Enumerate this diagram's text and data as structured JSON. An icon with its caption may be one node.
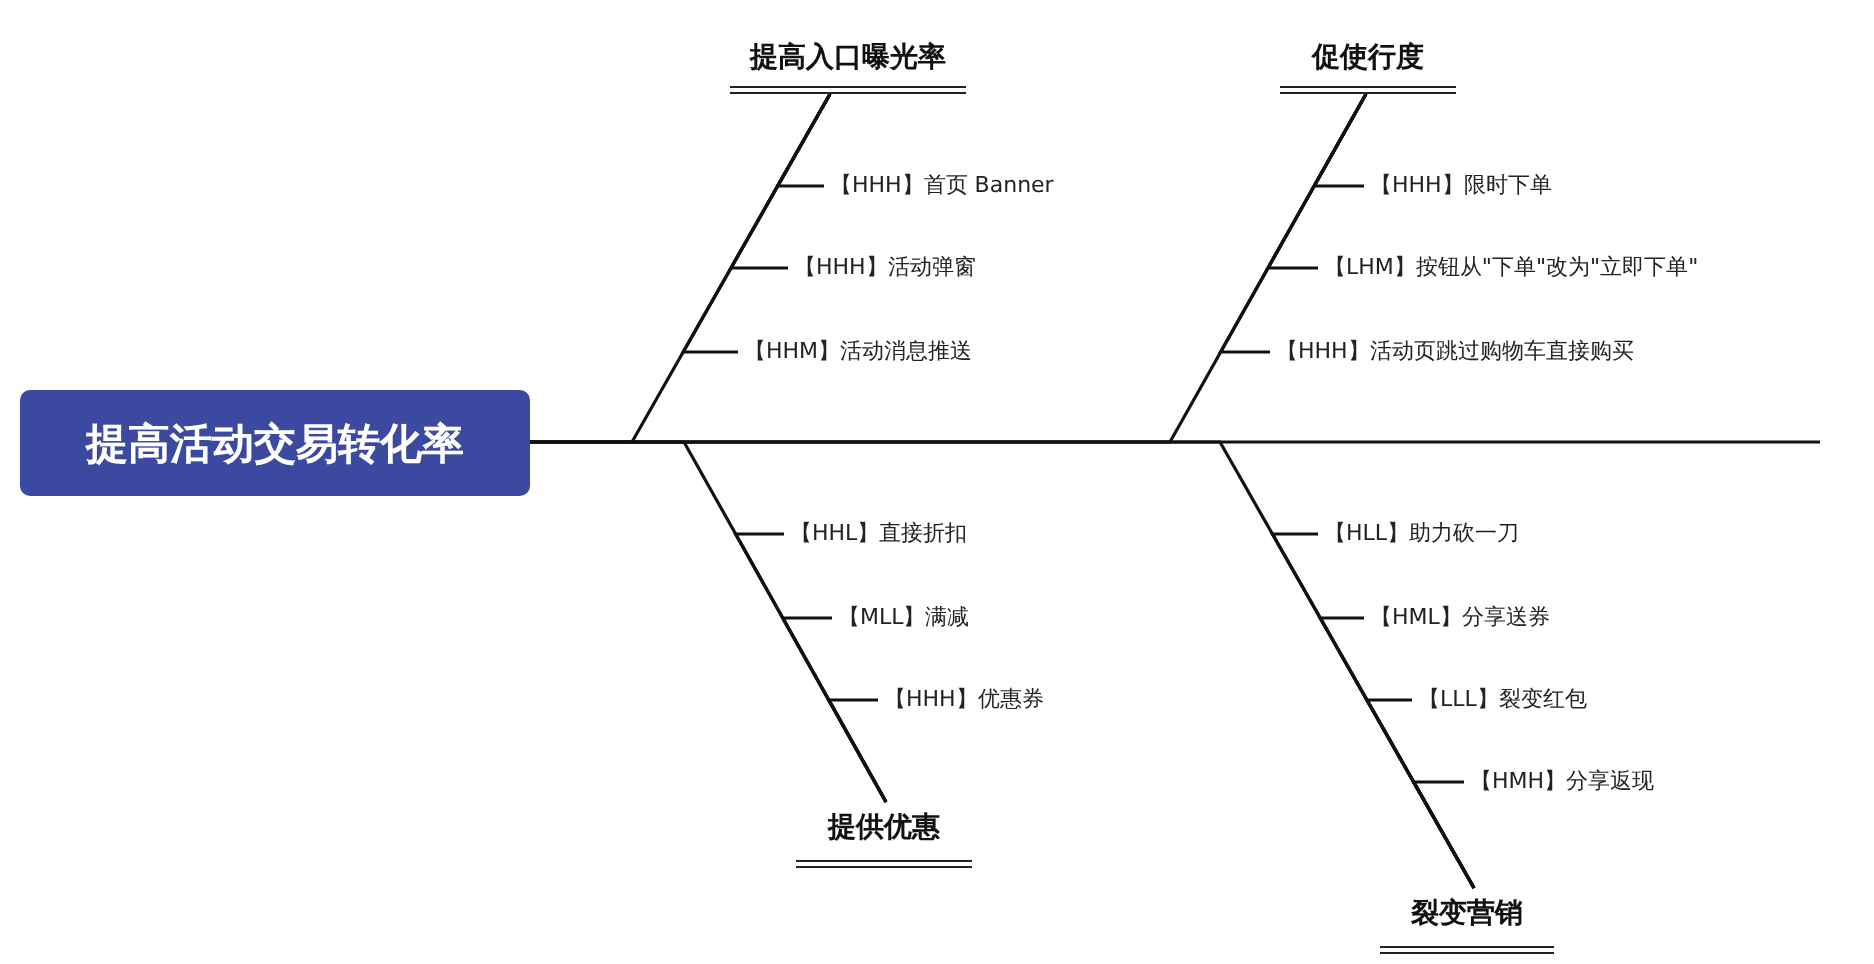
{
  "diagram": {
    "nodes": [
      {
        "text": [
          "提高活动交易转化率"
        ]
      },
      {
        "text": [
          "提高入口曝光率"
        ]
      },
      {
        "text": [
          "【HHH】首页 Banner"
        ]
      },
      {
        "text": [
          "【HHH】活动弹窗"
        ]
      },
      {
        "text": [
          "【HHM】活动消息推送"
        ]
      },
      {
        "text": [
          "促使行度"
        ]
      },
      {
        "text": [
          "【HHH】限时下单"
        ]
      },
      {
        "text": [
          "【LHM】按钮从\"下单\"改为\"立即下单\""
        ]
      },
      {
        "text": [
          "【HHH】活动页跳过购物车直接购买"
        ]
      },
      {
        "text": [
          "提供优惠"
        ]
      },
      {
        "text": [
          "【HHL】直接折扣"
        ]
      },
      {
        "text": [
          "【MLL】满减"
        ]
      },
      {
        "text": [
          "【HHH】优惠券"
        ]
      },
      {
        "text": [
          "裂变营销"
        ]
      },
      {
        "text": [
          "【HLL】助力砍一刀"
        ]
      },
      {
        "text": [
          "【HML】分享送券"
        ]
      },
      {
        "text": [
          "【LLL】裂变红包"
        ]
      },
      {
        "text": [
          "【HMH】分享返现"
        ]
      }
    ],
    "edges": [
      {
        "from": 2,
        "to": 1,
        "arrow": "none"
      },
      {
        "from": 3,
        "to": 1,
        "arrow": "none"
      },
      {
        "from": 4,
        "to": 1,
        "arrow": "none"
      },
      {
        "from": 1,
        "to": 0,
        "arrow": "none"
      },
      {
        "from": 6,
        "to": 5,
        "arrow": "none"
      },
      {
        "from": 7,
        "to": 5,
        "arrow": "none"
      },
      {
        "from": 8,
        "to": 5,
        "arrow": "none"
      },
      {
        "from": 5,
        "to": 0,
        "arrow": "none"
      },
      {
        "from": 10,
        "to": 9,
        "arrow": "none"
      },
      {
        "from": 11,
        "to": 9,
        "arrow": "none"
      },
      {
        "from": 12,
        "to": 9,
        "arrow": "none"
      },
      {
        "from": 9,
        "to": 0,
        "arrow": "none"
      },
      {
        "from": 14,
        "to": 13,
        "arrow": "none"
      },
      {
        "from": 15,
        "to": 13,
        "arrow": "none"
      },
      {
        "from": 16,
        "to": 13,
        "arrow": "none"
      },
      {
        "from": 17,
        "to": 13,
        "arrow": "none"
      },
      {
        "from": 13,
        "to": 0,
        "arrow": "none"
      }
    ]
  }
}
